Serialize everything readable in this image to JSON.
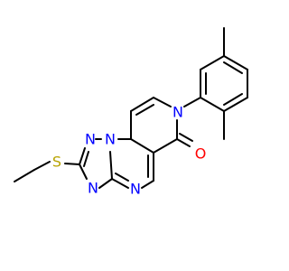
{
  "structure": {
    "atoms": {
      "n_triazole_top": "N",
      "n_bridge": "N",
      "n_triazole_left": "N",
      "n_pyrimidine": "N",
      "n_pyridinone": "N",
      "s_thioether": "S",
      "o_carbonyl": "O"
    }
  },
  "colors": {
    "nitrogen": "#0000ff",
    "sulfur": "#b8a300",
    "oxygen": "#ff0000",
    "bond": "#000000",
    "background": "#ffffff"
  }
}
